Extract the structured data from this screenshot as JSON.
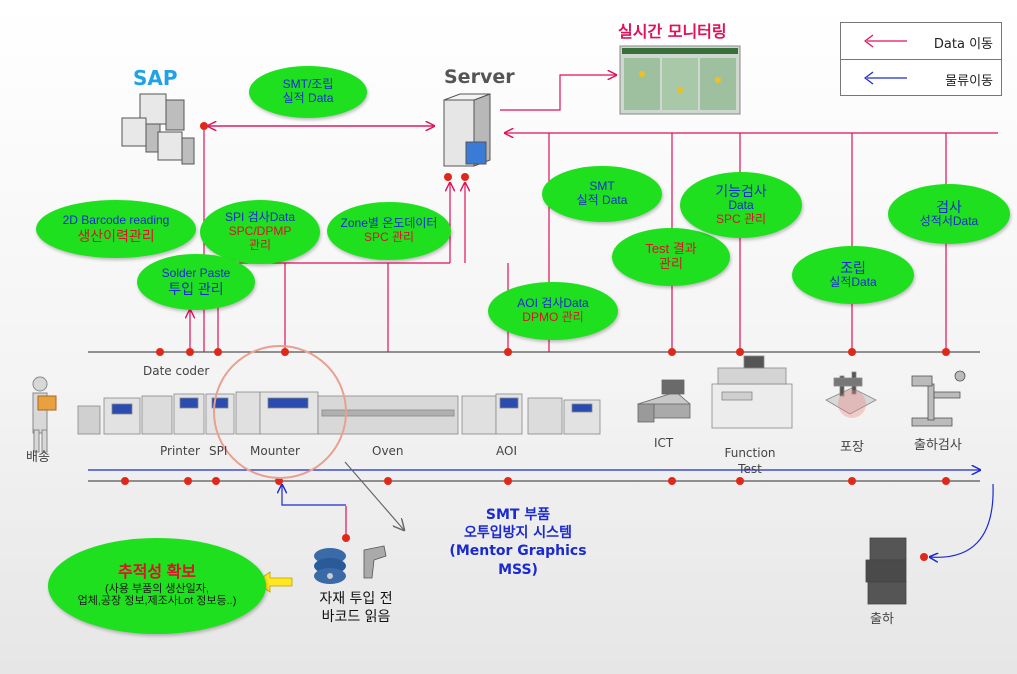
{
  "legend": {
    "data_move": "Data 이동",
    "logistics_move": "물류이동"
  },
  "nodes": {
    "sap": "SAP",
    "server": "Server",
    "monitor": "실시간 모니터링"
  },
  "bubbles": {
    "smt_assembly": [
      "SMT/조립",
      "실적 Data"
    ],
    "barcode": [
      "2D Barcode reading",
      "생산이력관리"
    ],
    "spi": [
      "SPI 검사Data",
      "SPC/DPMP",
      "관리"
    ],
    "solder": [
      "Solder Paste",
      "투입 관리"
    ],
    "zone": [
      "Zone별 온도데이터",
      "SPC 관리"
    ],
    "smt": [
      "SMT",
      "실적 Data"
    ],
    "aoi": [
      "AOI 검사Data",
      "DPMO 관리"
    ],
    "test": [
      "Test 결과",
      "관리"
    ],
    "function": [
      "기능검사",
      "Data",
      "SPC 관리"
    ],
    "assembly": [
      "조립",
      "실적Data"
    ],
    "inspection": [
      "검사",
      "성적서Data"
    ],
    "traceability": [
      "추적성 확보",
      "(사용 부품의 생산일자,",
      "업체,공장 정보,제조사Lot 정보등..)"
    ]
  },
  "stations": {
    "date_coder": "Date coder",
    "printer": "Printer",
    "spi": "SPI",
    "mounter": "Mounter",
    "oven": "Oven",
    "aoi": "AOI",
    "ict": "ICT",
    "function_test": "Function Test",
    "packing": "포장",
    "shipping_inspection": "출하검사",
    "delivery": "배송",
    "shipment": "출하"
  },
  "mss": [
    "SMT 부품",
    "오투입방지 시스템",
    "(Mentor Graphics MSS)"
  ],
  "barcode_scan": [
    "자재 투입 전",
    "바코드 읽음"
  ],
  "colors": {
    "data_line": "#e0105a",
    "logistics_line": "#1a2ad0",
    "bubble": "#1fe01f",
    "dot": "#e0281a"
  }
}
